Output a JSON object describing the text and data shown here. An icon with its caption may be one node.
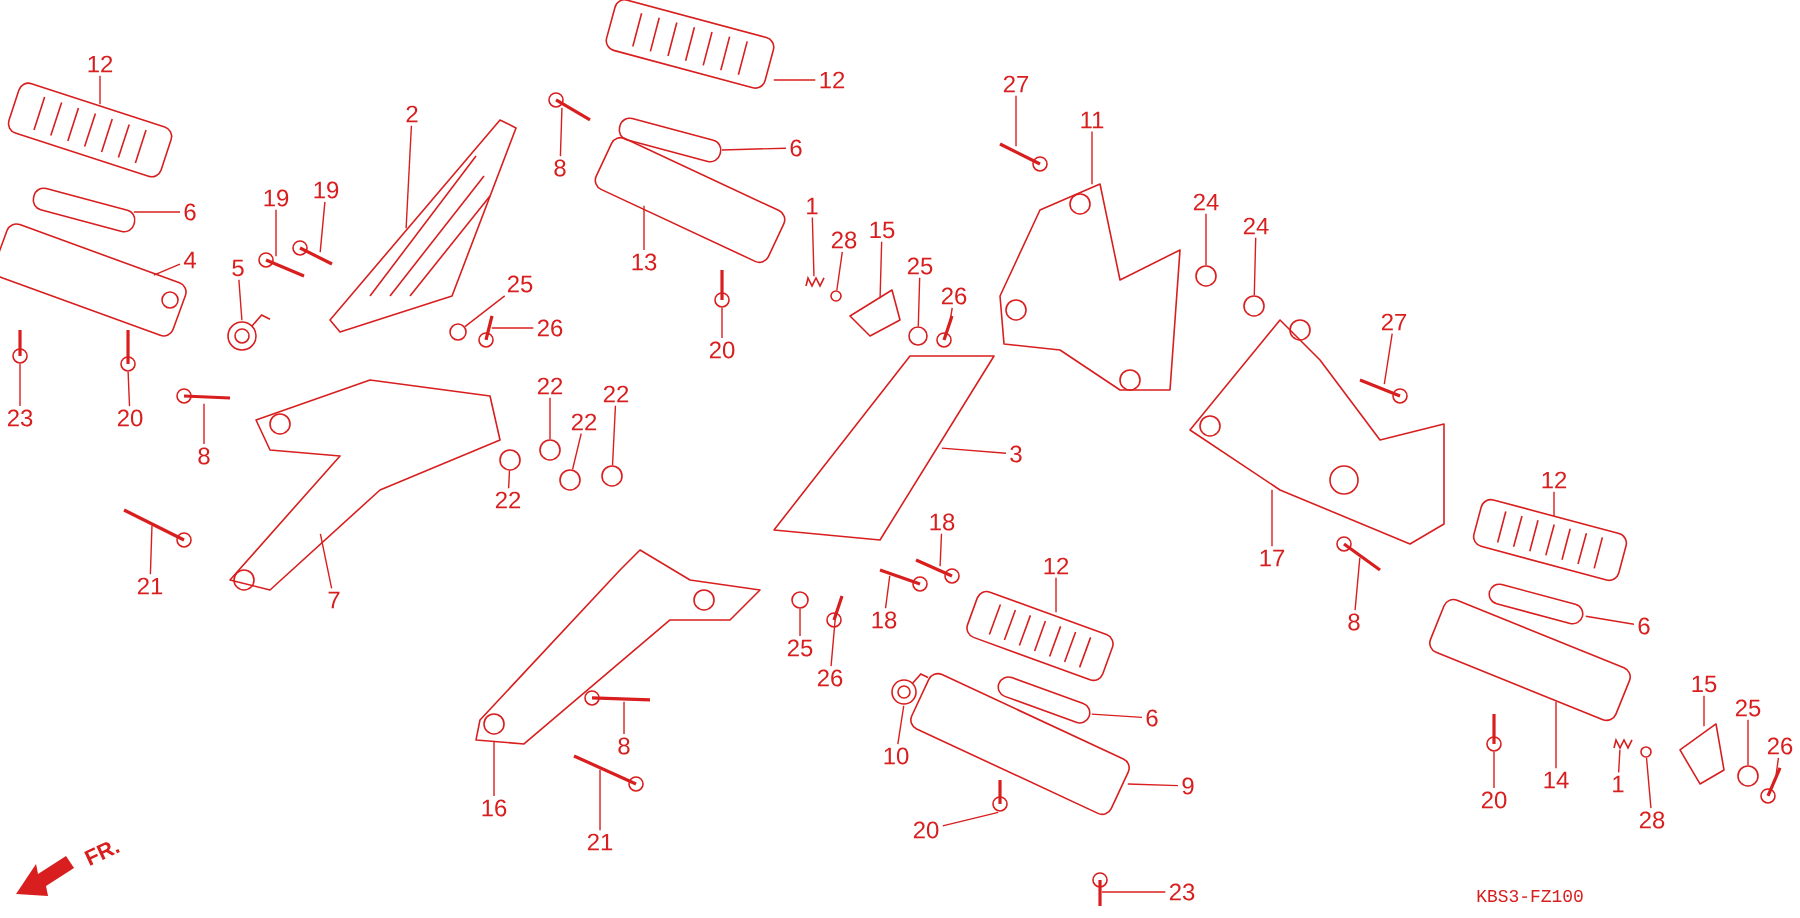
{
  "diagram": {
    "nodes": [
      {
        "text": [
          "12"
        ]
      },
      {
        "text": [
          "6"
        ]
      },
      {
        "text": [
          "4"
        ]
      },
      {
        "text": [
          "19"
        ]
      },
      {
        "text": [
          "19"
        ]
      },
      {
        "text": [
          "5"
        ]
      },
      {
        "text": [
          "2"
        ]
      },
      {
        "text": [
          "8"
        ]
      },
      {
        "text": [
          "23"
        ]
      },
      {
        "text": [
          "20"
        ]
      },
      {
        "text": [
          "8"
        ]
      },
      {
        "text": [
          "25"
        ]
      },
      {
        "text": [
          "26"
        ]
      },
      {
        "text": [
          "22"
        ]
      },
      {
        "text": [
          "22"
        ]
      },
      {
        "text": [
          "22"
        ]
      },
      {
        "text": [
          "22"
        ]
      },
      {
        "text": [
          "21"
        ]
      },
      {
        "text": [
          "7"
        ]
      },
      {
        "text": [
          "12"
        ]
      },
      {
        "text": [
          "6"
        ]
      },
      {
        "text": [
          "13"
        ]
      },
      {
        "text": [
          "1"
        ]
      },
      {
        "text": [
          "28"
        ]
      },
      {
        "text": [
          "15"
        ]
      },
      {
        "text": [
          "25"
        ]
      },
      {
        "text": [
          "26"
        ]
      },
      {
        "text": [
          "20"
        ]
      },
      {
        "text": [
          "27"
        ]
      },
      {
        "text": [
          "11"
        ]
      },
      {
        "text": [
          "24"
        ]
      },
      {
        "text": [
          "24"
        ]
      },
      {
        "text": [
          "27"
        ]
      },
      {
        "text": [
          "3"
        ]
      },
      {
        "text": [
          "17"
        ]
      },
      {
        "text": [
          "18"
        ]
      },
      {
        "text": [
          "18"
        ]
      },
      {
        "text": [
          "25"
        ]
      },
      {
        "text": [
          "26"
        ]
      },
      {
        "text": [
          "12"
        ]
      },
      {
        "text": [
          "6"
        ]
      },
      {
        "text": [
          "10"
        ]
      },
      {
        "text": [
          "9"
        ]
      },
      {
        "text": [
          "20"
        ]
      },
      {
        "text": [
          "23"
        ]
      },
      {
        "text": [
          "16"
        ]
      },
      {
        "text": [
          "21"
        ]
      },
      {
        "text": [
          "8"
        ]
      },
      {
        "text": [
          "12"
        ]
      },
      {
        "text": [
          "6"
        ]
      },
      {
        "text": [
          "8"
        ]
      },
      {
        "text": [
          "20"
        ]
      },
      {
        "text": [
          "14"
        ]
      },
      {
        "text": [
          "1"
        ]
      },
      {
        "text": [
          "28"
        ]
      },
      {
        "text": [
          "15"
        ]
      },
      {
        "text": [
          "25"
        ]
      },
      {
        "text": [
          "26"
        ]
      },
      {
        "text": [],
        "shape": "picture"
      },
      {
        "text": [],
        "shape": "picture"
      },
      {
        "text": [],
        "shape": "picture"
      },
      {
        "text": [],
        "shape": "picture"
      },
      {
        "text": [],
        "shape": "picture"
      },
      {
        "text": [],
        "shape": "picture"
      },
      {
        "text": [],
        "shape": "picture"
      },
      {
        "text": [],
        "shape": "picture"
      },
      {
        "text": [],
        "shape": "picture"
      },
      {
        "text": [],
        "shape": "picture"
      },
      {
        "text": [],
        "shape": "picture"
      },
      {
        "text": [],
        "shape": "circle"
      },
      {
        "text": [],
        "shape": "picture"
      },
      {
        "text": [],
        "shape": "circle"
      },
      {
        "text": [],
        "shape": "circle"
      },
      {
        "text": [],
        "shape": "circle"
      },
      {
        "text": [],
        "shape": "circle"
      },
      {
        "text": [],
        "shape": "picture"
      },
      {
        "text": [],
        "shape": "picture"
      },
      {
        "text": [],
        "shape": "picture"
      },
      {
        "text": [],
        "shape": "picture"
      },
      {
        "text": [],
        "shape": "picture"
      },
      {
        "text": [],
        "shape": "picture"
      },
      {
        "text": [],
        "shape": "circle"
      },
      {
        "text": [],
        "shape": "picture"
      },
      {
        "text": [],
        "shape": "circle"
      },
      {
        "text": [],
        "shape": "picture"
      },
      {
        "text": [],
        "shape": "picture"
      },
      {
        "text": [],
        "shape": "picture"
      },
      {
        "text": [],
        "shape": "picture"
      },
      {
        "text": [],
        "shape": "circle"
      },
      {
        "text": [],
        "shape": "circle"
      },
      {
        "text": [],
        "shape": "picture"
      },
      {
        "text": [],
        "shape": "picture"
      },
      {
        "text": [],
        "shape": "picture"
      },
      {
        "text": [],
        "shape": "picture"
      },
      {
        "text": [],
        "shape": "picture"
      },
      {
        "text": [],
        "shape": "circle"
      },
      {
        "text": [],
        "shape": "picture"
      },
      {
        "text": [],
        "shape": "picture"
      },
      {
        "text": [],
        "shape": "picture"
      },
      {
        "text": [],
        "shape": "picture"
      },
      {
        "text": [],
        "shape": "picture"
      },
      {
        "text": [],
        "shape": "picture"
      },
      {
        "text": [],
        "shape": "picture"
      },
      {
        "text": [],
        "shape": "picture"
      },
      {
        "text": [],
        "shape": "picture"
      },
      {
        "text": [],
        "shape": "picture"
      },
      {
        "text": [],
        "shape": "picture"
      },
      {
        "text": [],
        "shape": "picture"
      },
      {
        "text": [],
        "shape": "picture"
      },
      {
        "text": [],
        "shape": "picture"
      },
      {
        "text": [],
        "shape": "picture"
      },
      {
        "text": [],
        "shape": "picture"
      },
      {
        "text": [],
        "shape": "circle"
      },
      {
        "text": [],
        "shape": "picture"
      },
      {
        "text": [],
        "shape": "circle"
      },
      {
        "text": [],
        "shape": "picture"
      }
    ],
    "edges": [
      {
        "from": 0,
        "to": 58,
        "arrow": "none"
      },
      {
        "from": 1,
        "to": 59,
        "arrow": "none"
      },
      {
        "from": 2,
        "to": 60,
        "arrow": "none"
      },
      {
        "from": 3,
        "to": 61,
        "arrow": "none"
      },
      {
        "from": 4,
        "to": 62,
        "arrow": "none"
      },
      {
        "from": 5,
        "to": 63,
        "arrow": "none"
      },
      {
        "from": 6,
        "to": 64,
        "arrow": "none"
      },
      {
        "from": 7,
        "to": 65,
        "arrow": "none"
      },
      {
        "from": 8,
        "to": 66,
        "arrow": "none"
      },
      {
        "from": 9,
        "to": 67,
        "arrow": "none"
      },
      {
        "from": 10,
        "to": 68,
        "arrow": "none"
      },
      {
        "from": 11,
        "to": 69,
        "arrow": "none"
      },
      {
        "from": 12,
        "to": 70,
        "arrow": "none"
      },
      {
        "from": 13,
        "to": 71,
        "arrow": "none"
      },
      {
        "from": 14,
        "to": 72,
        "arrow": "none"
      },
      {
        "from": 15,
        "to": 73,
        "arrow": "none"
      },
      {
        "from": 16,
        "to": 74,
        "arrow": "none"
      },
      {
        "from": 17,
        "to": 75,
        "arrow": "none"
      },
      {
        "from": 18,
        "to": 76,
        "arrow": "none"
      },
      {
        "from": 19,
        "to": 77,
        "arrow": "none"
      },
      {
        "from": 20,
        "to": 78,
        "arrow": "none"
      },
      {
        "from": 21,
        "to": 79,
        "arrow": "none"
      },
      {
        "from": 22,
        "to": 80,
        "arrow": "none"
      },
      {
        "from": 23,
        "to": 81,
        "arrow": "none"
      },
      {
        "from": 24,
        "to": 82,
        "arrow": "none"
      },
      {
        "from": 25,
        "to": 83,
        "arrow": "none"
      },
      {
        "from": 26,
        "to": 84,
        "arrow": "none"
      },
      {
        "from": 27,
        "to": 85,
        "arrow": "none"
      },
      {
        "from": 28,
        "to": 86,
        "arrow": "none"
      },
      {
        "from": 29,
        "to": 87,
        "arrow": "none"
      },
      {
        "from": 30,
        "to": 88,
        "arrow": "none"
      },
      {
        "from": 31,
        "to": 89,
        "arrow": "none"
      },
      {
        "from": 32,
        "to": 90,
        "arrow": "none"
      },
      {
        "from": 33,
        "to": 91,
        "arrow": "none"
      },
      {
        "from": 34,
        "to": 92,
        "arrow": "none"
      },
      {
        "from": 35,
        "to": 93,
        "arrow": "none"
      },
      {
        "from": 36,
        "to": 94,
        "arrow": "none"
      },
      {
        "from": 37,
        "to": 95,
        "arrow": "none"
      },
      {
        "from": 38,
        "to": 96,
        "arrow": "none"
      },
      {
        "from": 39,
        "to": 97,
        "arrow": "none"
      },
      {
        "from": 40,
        "to": 98,
        "arrow": "none"
      },
      {
        "from": 41,
        "to": 99,
        "arrow": "none"
      },
      {
        "from": 42,
        "to": 100,
        "arrow": "none"
      },
      {
        "from": 43,
        "to": 101,
        "arrow": "none"
      },
      {
        "from": 44,
        "to": 102,
        "arrow": "none"
      },
      {
        "from": 45,
        "to": 103,
        "arrow": "none"
      },
      {
        "from": 46,
        "to": 104,
        "arrow": "none"
      },
      {
        "from": 47,
        "to": 105,
        "arrow": "none"
      },
      {
        "from": 48,
        "to": 106,
        "arrow": "none"
      },
      {
        "from": 49,
        "to": 107,
        "arrow": "none"
      },
      {
        "from": 50,
        "to": 108,
        "arrow": "none"
      },
      {
        "from": 51,
        "to": 109,
        "arrow": "none"
      },
      {
        "from": 52,
        "to": 110,
        "arrow": "none"
      },
      {
        "from": 53,
        "to": 111,
        "arrow": "none"
      },
      {
        "from": 54,
        "to": 112,
        "arrow": "none"
      },
      {
        "from": 55,
        "to": 113,
        "arrow": "none"
      },
      {
        "from": 56,
        "to": 114,
        "arrow": "none"
      },
      {
        "from": 57,
        "to": 115,
        "arrow": "none"
      }
    ],
    "labels": [
      "FR.",
      "KBS3-FZ100"
    ]
  }
}
